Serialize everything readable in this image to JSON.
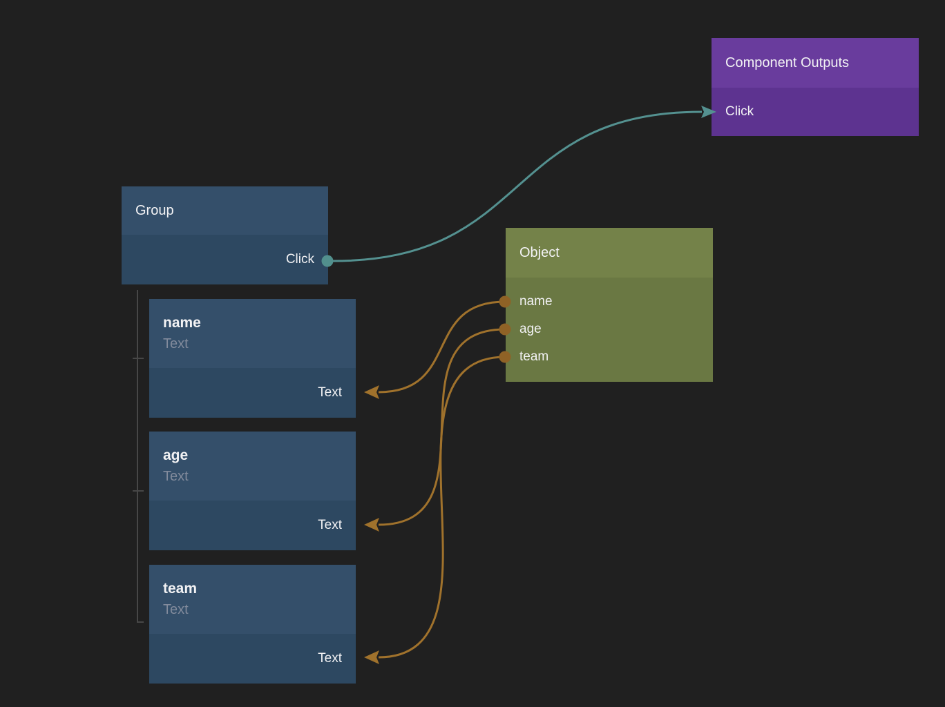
{
  "editor": {
    "kind": "node-graph-canvas",
    "background_color": "#202020"
  },
  "colors": {
    "blue_node_header": "#344f6a",
    "blue_node_body": "#2d4861",
    "purple_node_header": "#693c9d",
    "purple_node_body": "#5d3390",
    "olive_node_header": "#748249",
    "olive_node_body": "#6a7843",
    "teal_wire": "#549190",
    "orange_wire": "#a0722c",
    "primary_text": "#f2f2f4",
    "muted_text": "#828b9c",
    "tree_connector": "#474747"
  },
  "nodes": {
    "component_outputs": {
      "title": "Component Outputs",
      "input_port_label": "Click"
    },
    "group": {
      "title": "Group",
      "output_port_label": "Click"
    },
    "object": {
      "title": "Object",
      "output_ports": [
        {
          "label": "name"
        },
        {
          "label": "age"
        },
        {
          "label": "team"
        }
      ]
    },
    "children": [
      {
        "title": "name",
        "subtitle": "Text",
        "input_port_label": "Text"
      },
      {
        "title": "age",
        "subtitle": "Text",
        "input_port_label": "Text"
      },
      {
        "title": "team",
        "subtitle": "Text",
        "input_port_label": "Text"
      }
    ]
  },
  "edges": [
    {
      "from": "Group.Click",
      "to": "Component Outputs.Click",
      "color": "#549190"
    },
    {
      "from": "Object.name",
      "to": "name.Text",
      "color": "#a0722c"
    },
    {
      "from": "Object.age",
      "to": "age.Text",
      "color": "#a0722c"
    },
    {
      "from": "Object.team",
      "to": "team.Text",
      "color": "#a0722c"
    }
  ]
}
